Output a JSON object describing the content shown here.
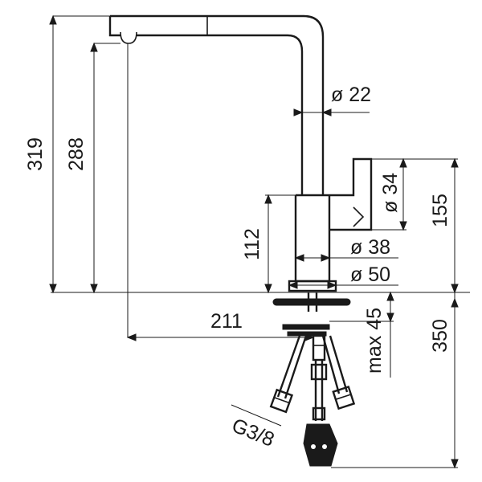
{
  "diagram": {
    "labels": {
      "height_total": "319",
      "height_spout": "288",
      "diameter_spout": "ø 22",
      "diameter_handle": "ø 34",
      "height_handle": "155",
      "height_body": "112",
      "diameter_body": "ø 38",
      "diameter_base": "ø 50",
      "reach": "211",
      "max_deck": "max 45",
      "hose_length": "350",
      "thread": "G3/8"
    },
    "colors": {
      "line": "#1a1a1a",
      "background": "#ffffff"
    }
  }
}
